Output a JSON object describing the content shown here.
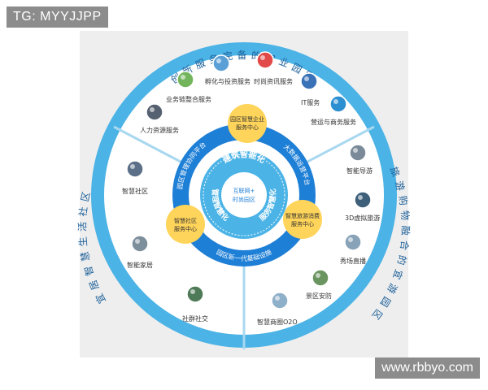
{
  "watermarks": {
    "top_left": "TG: MYYJJPP",
    "bottom_right": "www.rbbyo.com"
  },
  "colors": {
    "ring": "#4cb3e6",
    "inner_ring": "#1e7fd6",
    "yellow": "#ffd45a",
    "line": "#a8d8f0",
    "text": "#333333"
  },
  "outer_ring": {
    "top": "创新服务完备的宜业园区",
    "right": "旅游购物融合的宜游园区",
    "left": "宜居智慧生活社区"
  },
  "middle_ring": {
    "left": "园区管理协同平台",
    "right": "大数据运营平台",
    "bottom": "园区新一代基础设施"
  },
  "inner_ring": [
    "建筑智能化",
    "服务智慧化",
    "管理智慧化"
  ],
  "center": [
    "互联网+",
    "时尚园区"
  ],
  "hubs": {
    "enterprise": [
      "园区智慧企业",
      "服务中心"
    ],
    "community": [
      "智慧社区",
      "服务中心"
    ],
    "tourism": [
      "智慧旅游消费",
      "服务中心"
    ]
  },
  "services": [
    {
      "label": "孵化与投资服务",
      "icon": "network-icon"
    },
    {
      "label": "时尚资讯服务",
      "icon": "fashion-icon"
    },
    {
      "label": "业务链整合服务",
      "icon": "chain-icon"
    },
    {
      "label": "IT服务",
      "icon": "globe-icon"
    },
    {
      "label": "营运与商务服务",
      "icon": "earth-icon"
    },
    {
      "label": "人力资源服务",
      "icon": "people-icon"
    },
    {
      "label": "智能导游",
      "icon": "guide-icon"
    },
    {
      "label": "智慧社区",
      "icon": "community-icon"
    },
    {
      "label": "3D虚拟旅游",
      "icon": "vr-icon"
    },
    {
      "label": "秀场直播",
      "icon": "stage-icon"
    },
    {
      "label": "智能家居",
      "icon": "home-icon"
    },
    {
      "label": "景区安防",
      "icon": "security-icon"
    },
    {
      "label": "社群社交",
      "icon": "social-icon"
    },
    {
      "label": "智慧商圈O2O",
      "icon": "o2o-icon"
    }
  ]
}
